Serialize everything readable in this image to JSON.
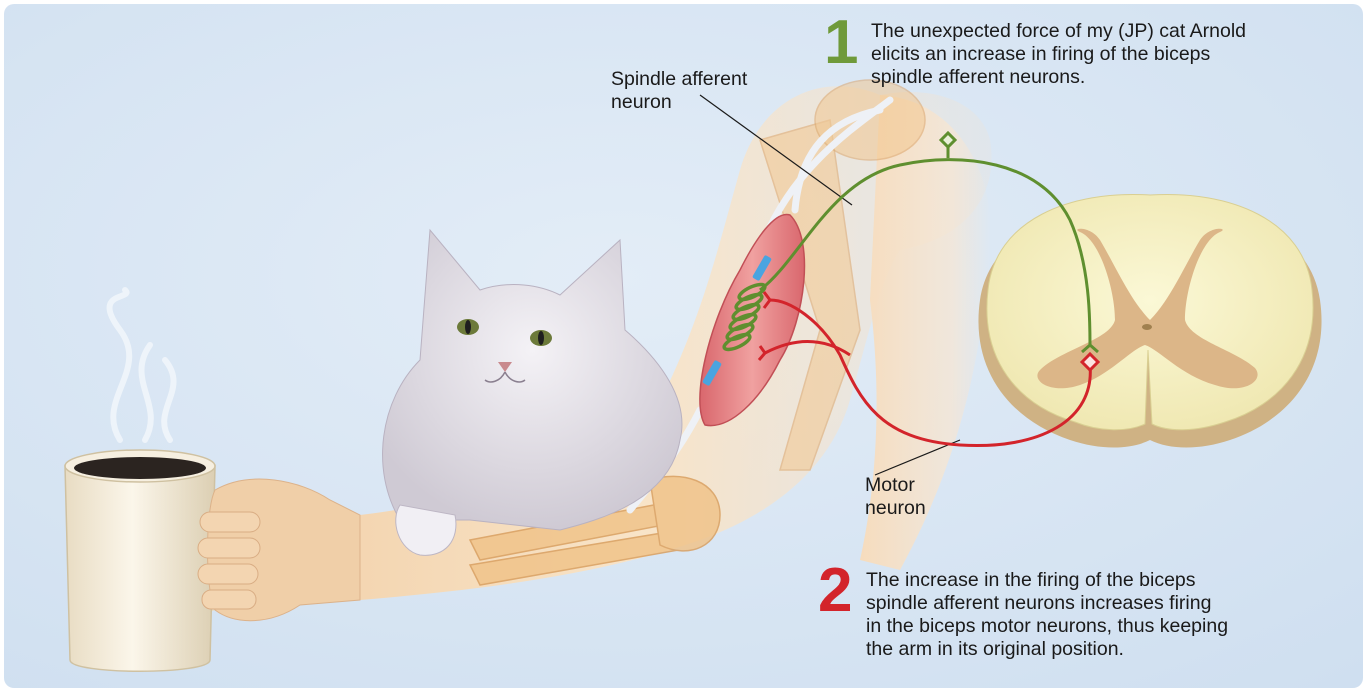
{
  "colors": {
    "background": "#d7e4f1",
    "afferent_neuron": "#5f8f2f",
    "motor_neuron": "#d3242b",
    "step_1": "#6f9a3a",
    "step_2": "#d3242b",
    "skin": "#f4d9b6",
    "muscle": "#e7868a",
    "bone": "#f0c389",
    "spinal_white_matter": "#f6f2c4",
    "spinal_gray_matter": "#dcb688",
    "cat_fur": "#ebe8ee"
  },
  "labels": {
    "spindle_afferent_line1": "Spindle afferent",
    "spindle_afferent_line2": "neuron",
    "motor_line1": "Motor",
    "motor_line2": "neuron"
  },
  "steps": [
    {
      "number": "1",
      "lines": [
        "The unexpected force of my (JP) cat Arnold",
        "elicits an increase in firing of the biceps",
        "spindle afferent neurons."
      ]
    },
    {
      "number": "2",
      "lines": [
        "The increase in the firing of the biceps",
        "spindle afferent neurons increases firing",
        "in the biceps motor neurons, thus keeping",
        "the arm in its original position."
      ]
    }
  ]
}
